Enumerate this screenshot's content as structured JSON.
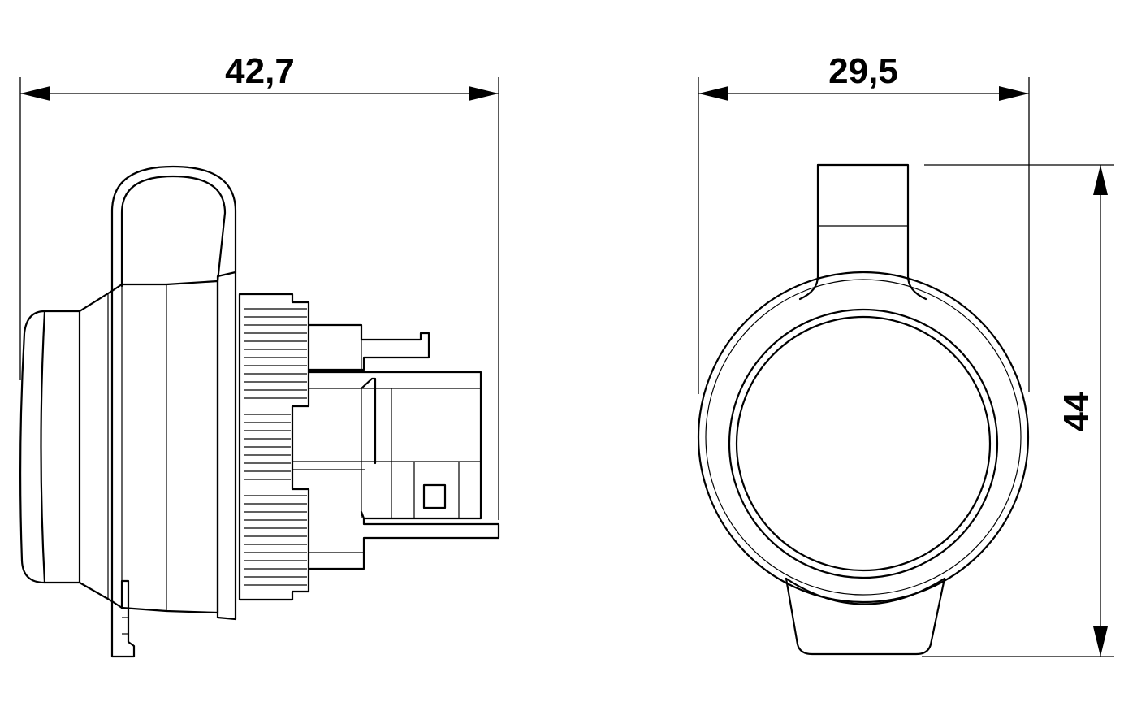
{
  "dimensions": {
    "side_view_width": "42,7",
    "front_view_width": "29,5",
    "front_view_height": "44"
  },
  "colors": {
    "line": "#000000",
    "background": "#ffffff"
  }
}
